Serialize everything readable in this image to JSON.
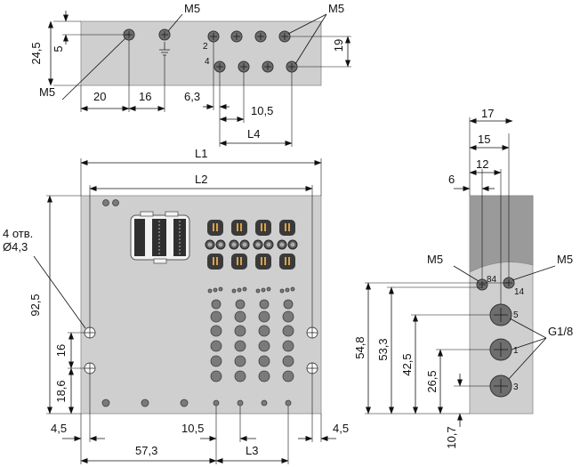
{
  "labels": {
    "m5": "M5",
    "l1": "L1",
    "l2": "L2",
    "l3": "L3",
    "l4": "L4",
    "g18": "G1/8",
    "holes_count": "4 отв.",
    "holes_dia": "Ø4,3"
  },
  "top_view": {
    "dims": {
      "d24_5": "24,5",
      "d5": "5",
      "d19": "19",
      "d20": "20",
      "d16": "16",
      "d6_3": "6,3",
      "d10_5": "10,5"
    },
    "port_numbers": {
      "p2": "2",
      "p4": "4"
    }
  },
  "front_view": {
    "dims": {
      "d92_5": "92,5",
      "d16": "16",
      "d18_6": "18,6",
      "d4_5_left": "4,5",
      "d4_5_right": "4,5",
      "d57_3": "57,3",
      "d10_5": "10,5"
    }
  },
  "side_view": {
    "dims": {
      "d17": "17",
      "d15": "15",
      "d12": "12",
      "d6": "6",
      "d54_8": "54,8",
      "d53_3": "53,3",
      "d42_5": "42,5",
      "d26_5": "26,5",
      "d10_7": "10,7"
    },
    "port_numbers": {
      "p84": "84",
      "p14": "14",
      "p5": "5",
      "p1": "1",
      "p3": "3"
    }
  }
}
